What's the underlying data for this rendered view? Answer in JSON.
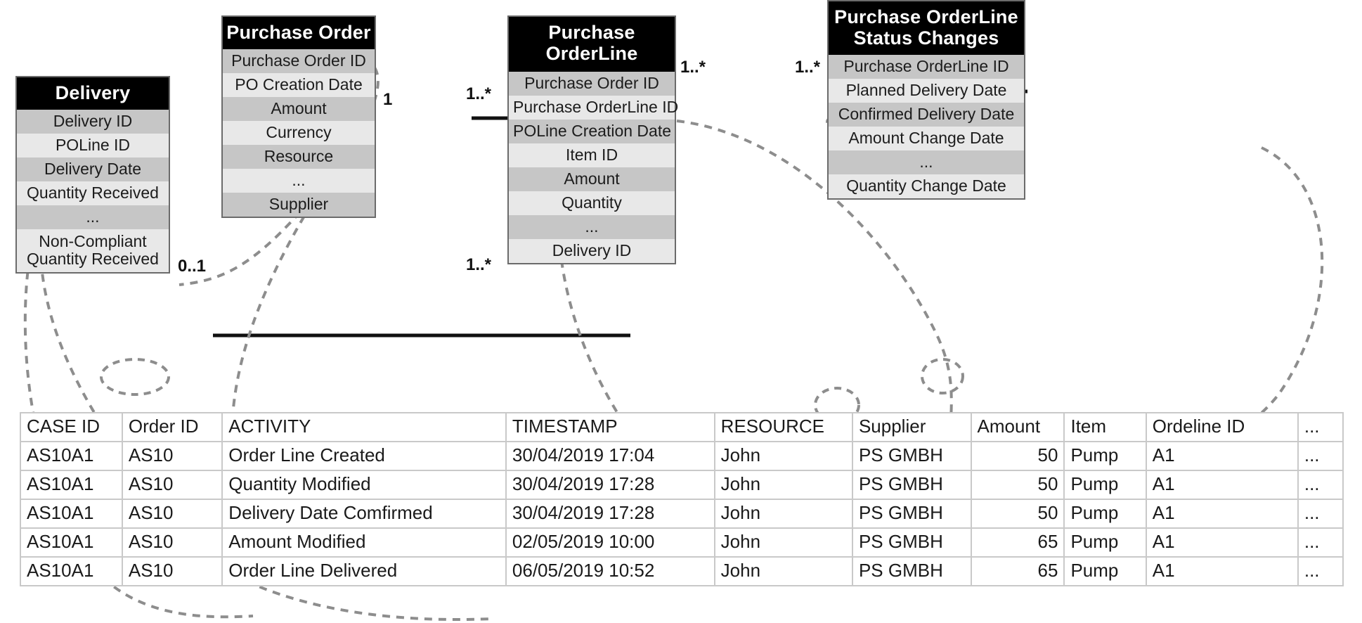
{
  "diagram": {
    "type": "uml-class-diagram-with-event-log",
    "entities": [
      {
        "id": "delivery",
        "title": "Delivery",
        "attributes": [
          "Delivery ID",
          "POLine ID",
          "Delivery Date",
          "Quantity Received",
          "...",
          "Non-Compliant Quantity Received"
        ],
        "highlighted_attributes": [
          "Delivery Date"
        ]
      },
      {
        "id": "purchase-order",
        "title": "Purchase Order",
        "attributes": [
          "Purchase Order ID",
          "PO Creation Date",
          "Amount",
          "Currency",
          "Resource",
          "...",
          "Supplier"
        ],
        "highlighted_attributes": [
          "Purchase Order ID"
        ]
      },
      {
        "id": "purchase-orderline",
        "title": "Purchase OrderLine",
        "attributes": [
          "Purchase Order ID",
          "Purchase OrderLine ID",
          "POLine Creation Date",
          "Item ID",
          "Amount",
          "Quantity",
          "...",
          "Delivery ID"
        ],
        "highlighted_attributes": [
          "Purchase OrderLine ID",
          "Amount"
        ]
      },
      {
        "id": "purchase-orderline-status-changes",
        "title": "Purchase OrderLine Status Changes",
        "attributes": [
          "Purchase OrderLine ID",
          "Planned Delivery Date",
          "Confirmed Delivery Date",
          "Amount Change Date",
          "...",
          "Quantity Change Date"
        ],
        "highlighted_attributes": [
          "Confirmed Delivery Date"
        ]
      }
    ],
    "multiplicities": [
      {
        "id": "po-to-pol-left",
        "label": "1"
      },
      {
        "id": "po-to-pol-right",
        "label": "1..*"
      },
      {
        "id": "pol-to-status-left",
        "label": "1..*"
      },
      {
        "id": "pol-to-status-right",
        "label": "1..*"
      },
      {
        "id": "delivery-to-pol-left",
        "label": "0..1"
      },
      {
        "id": "delivery-to-pol-right",
        "label": "1..*"
      }
    ]
  },
  "event_log": {
    "columns": [
      "CASE ID",
      "Order ID",
      "ACTIVITY",
      "TIMESTAMP",
      "RESOURCE",
      "Supplier",
      "Amount",
      "Item",
      "Ordeline ID",
      "..."
    ],
    "rows": [
      {
        "case_id": "AS10A1",
        "order_id": "AS10",
        "activity": "Order Line Created",
        "timestamp": "30/04/2019 17:04",
        "resource": "John",
        "supplier": "PS  GMBH",
        "amount": "50",
        "item": "Pump",
        "ordeline_id": "A1",
        "more": "..."
      },
      {
        "case_id": "AS10A1",
        "order_id": "AS10",
        "activity": "Quantity Modified",
        "timestamp": "30/04/2019 17:28",
        "resource": "John",
        "supplier": "PS  GMBH",
        "amount": "50",
        "item": "Pump",
        "ordeline_id": "A1",
        "more": "..."
      },
      {
        "case_id": "AS10A1",
        "order_id": "AS10",
        "activity": "Delivery Date Comfirmed",
        "timestamp": "30/04/2019 17:28",
        "resource": "John",
        "supplier": "PS  GMBH",
        "amount": "50",
        "item": "Pump",
        "ordeline_id": "A1",
        "more": "..."
      },
      {
        "case_id": "AS10A1",
        "order_id": "AS10",
        "activity": "Amount Modified",
        "timestamp": "02/05/2019 10:00",
        "resource": "John",
        "supplier": "PS  GMBH",
        "amount": "65",
        "item": "Pump",
        "ordeline_id": "A1",
        "more": "..."
      },
      {
        "case_id": "AS10A1",
        "order_id": "AS10",
        "activity": "Order Line Delivered",
        "timestamp": "06/05/2019 10:52",
        "resource": "John",
        "supplier": "PS  GMBH",
        "amount": "65",
        "item": "Pump",
        "ordeline_id": "A1",
        "more": "..."
      }
    ]
  },
  "colors": {
    "title_bg": "#000000",
    "title_fg": "#ffffff",
    "attr_dark": "#c6c6c6",
    "attr_light": "#e8e8e8",
    "box_border": "#6b6b6b",
    "connector": "#808080",
    "table_border": "#c9c9c9"
  }
}
